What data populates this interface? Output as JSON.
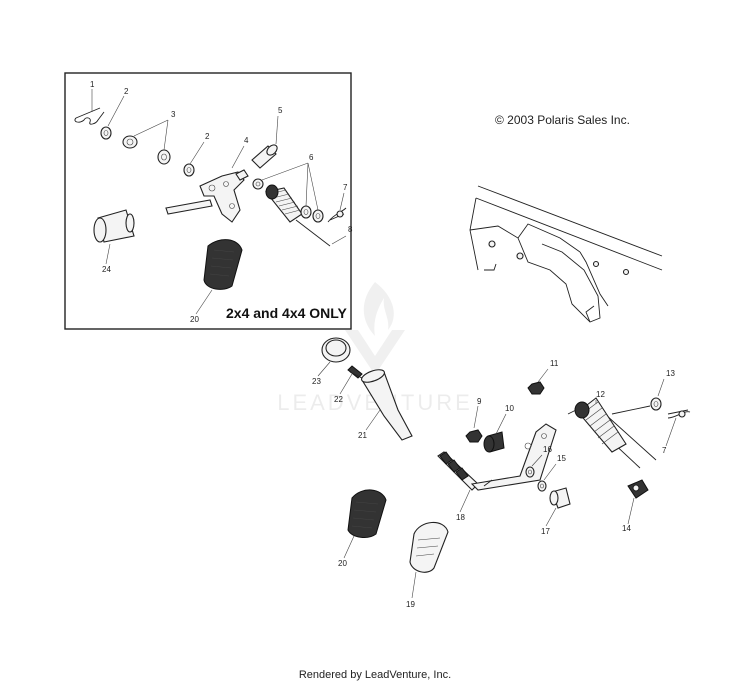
{
  "copyright": "© 2003 Polaris Sales Inc.",
  "inset_note": "2x4 and 4x4 ONLY",
  "footer": "Rendered by LeadVenture, Inc.",
  "watermark": "LEADVENTURE",
  "callouts": {
    "c1": "1",
    "c2a": "2",
    "c3": "3",
    "c2b": "2",
    "c4": "4",
    "c5": "5",
    "c6": "6",
    "c7a": "7",
    "c8": "8",
    "c24": "24",
    "c20a": "20",
    "c23": "23",
    "c22": "22",
    "c21": "21",
    "c9": "9",
    "c10": "10",
    "c11": "11",
    "c12": "12",
    "c13": "13",
    "c7b": "7",
    "c16": "16",
    "c15": "15",
    "c18": "18",
    "c17": "17",
    "c14": "14",
    "c20b": "20",
    "c19": "19"
  }
}
